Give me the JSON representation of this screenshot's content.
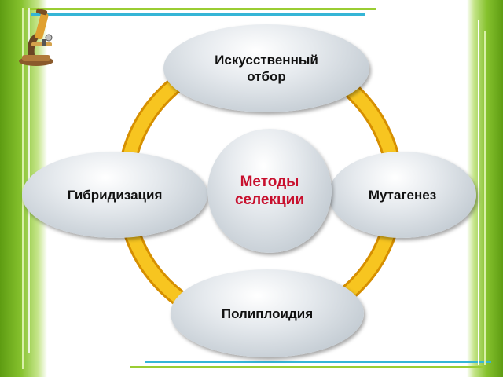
{
  "diagram": {
    "center": {
      "line1": "Методы",
      "line2": "селекции"
    },
    "top": {
      "line1": "Искусственный",
      "line2": "отбор"
    },
    "left": "Гибридизация",
    "right": "Мутагенез",
    "bottom": "Полиплоидия"
  },
  "colors": {
    "ring": "#f2b705",
    "center_text": "#c8102e",
    "node_text": "#111111",
    "frame_green": "#86c22e",
    "frame_blue": "#2aa9c9"
  }
}
